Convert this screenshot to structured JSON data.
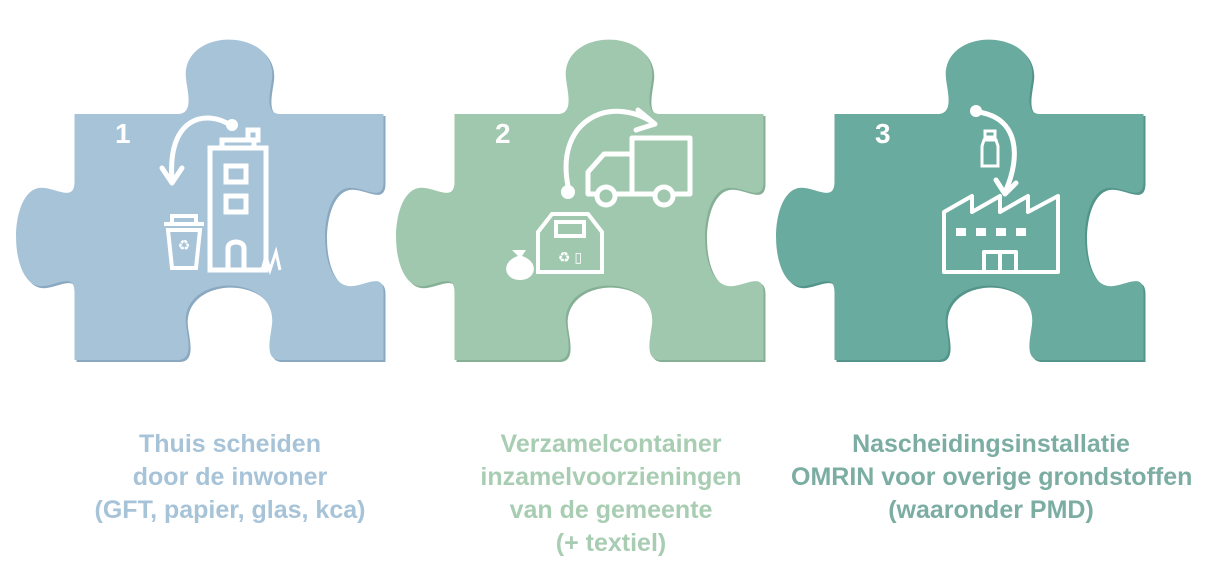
{
  "pieces": [
    {
      "number": "1",
      "color": "#a7c3d8",
      "shadow": "#8aa9c1",
      "caption": [
        "Thuis scheiden",
        "door de inwoner",
        "(GFT, papier, glas, kca)"
      ],
      "icons": [
        "arrow-icon",
        "trash-bin-icon",
        "apartment-building-icon",
        "grass-icon"
      ]
    },
    {
      "number": "2",
      "color": "#a0c8ae",
      "shadow": "#85b096",
      "caption": [
        "Verzamelcontainer",
        "inzamelvoorzieningen",
        "van de gemeente",
        "(+ textiel)"
      ],
      "icons": [
        "arrow-icon",
        "truck-icon",
        "container-icon",
        "garbage-bag-icon"
      ]
    },
    {
      "number": "3",
      "color": "#6aab9f",
      "shadow": "#53958a",
      "caption": [
        "Nascheidingsinstallatie",
        "OMRIN voor overige grondstoffen",
        "(waaronder PMD)"
      ],
      "icons": [
        "arrow-icon",
        "bottle-icon",
        "factory-icon"
      ]
    }
  ]
}
